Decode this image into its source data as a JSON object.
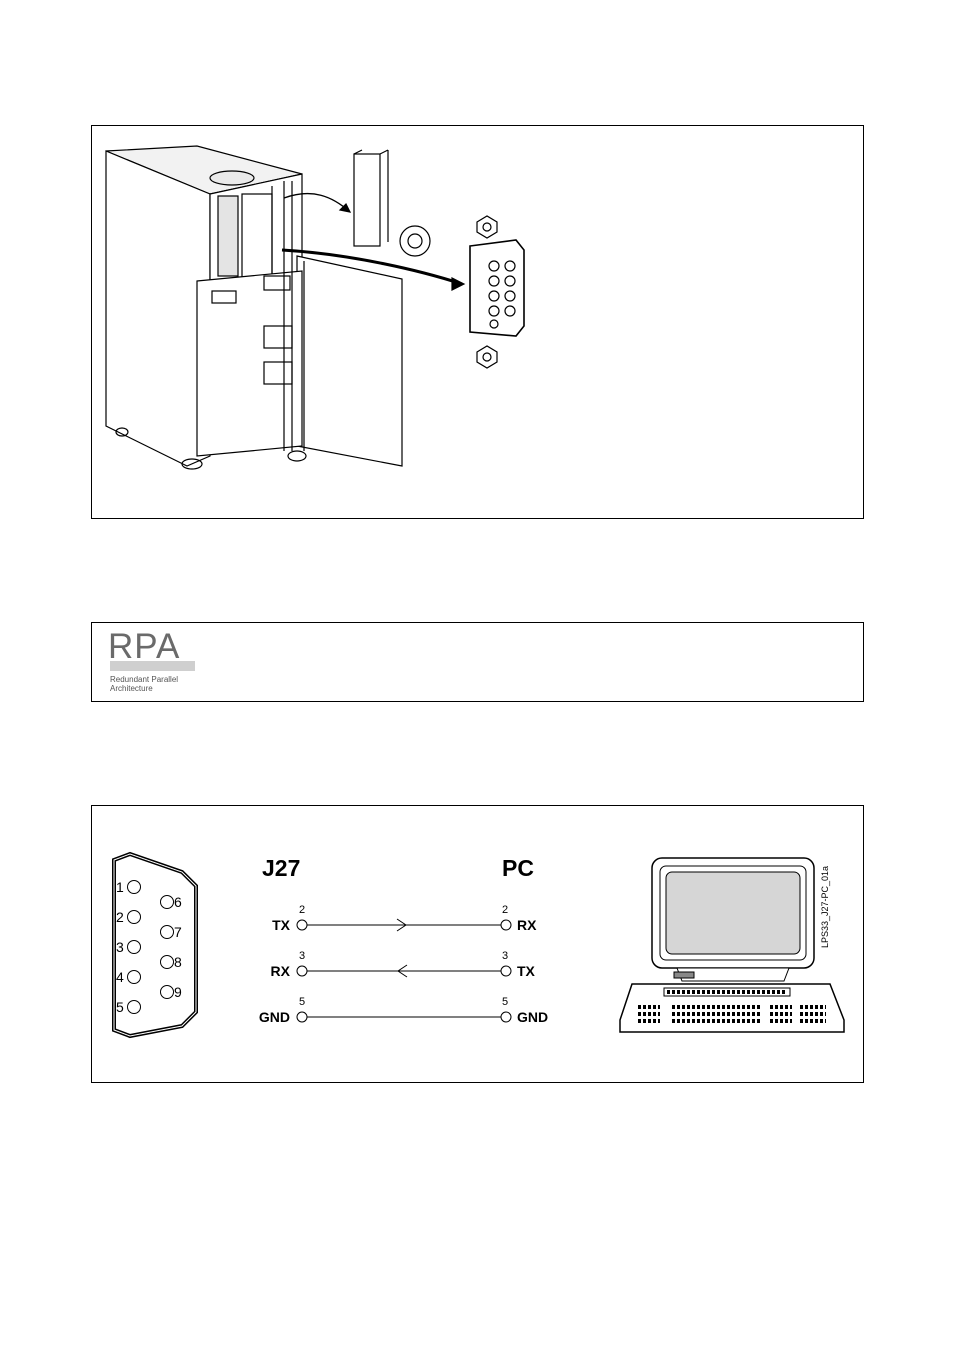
{
  "figure1": {
    "description_icons": [
      "ups-cabinet-illustration",
      "communication-card-illustration",
      "db9-connector-illustration"
    ]
  },
  "figure2": {
    "logo_word": "RPA",
    "logo_subtitle_line1": "Redundant Parallel",
    "logo_subtitle_line2": "Architecture"
  },
  "figure3": {
    "left_header": "J27",
    "right_header": "PC",
    "connector_pins_left": [
      "1",
      "2",
      "3",
      "4",
      "5"
    ],
    "connector_pins_right": [
      "6",
      "7",
      "8",
      "9"
    ],
    "rows": [
      {
        "left_label": "TX",
        "left_pin": "2",
        "right_pin": "2",
        "right_label": "RX",
        "direction": "right"
      },
      {
        "left_label": "RX",
        "left_pin": "3",
        "right_pin": "3",
        "right_label": "TX",
        "direction": "left"
      },
      {
        "left_label": "GND",
        "left_pin": "5",
        "right_pin": "5",
        "right_label": "GND",
        "direction": "none"
      }
    ],
    "figure_code": "LPS33_J27-PC_01a"
  }
}
